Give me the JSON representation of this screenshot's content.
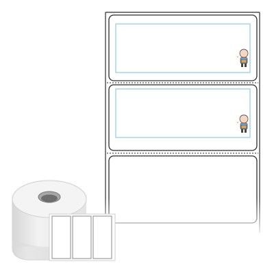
{
  "illustration": {
    "subject": "label-roll-product-image",
    "label_sheet": {
      "label_count_visible": 3,
      "labels": [
        {
          "state": "printed",
          "mascot_icon": "cartoon-boy-icon"
        },
        {
          "state": "printed",
          "mascot_icon": "cartoon-boy-icon"
        },
        {
          "state": "blank"
        }
      ]
    },
    "roll": {
      "label_count_visible": 3
    },
    "colors": {
      "outline": "#2b2b2b",
      "print_frame": "#8ec9ee",
      "roll_body": "#e6e6e6",
      "perforation": "#555555"
    }
  }
}
